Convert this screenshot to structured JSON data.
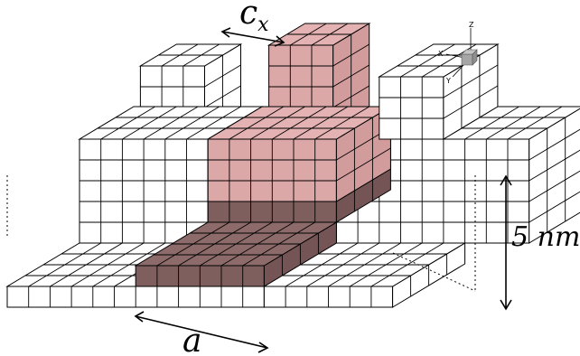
{
  "labels": {
    "cx_main": "c",
    "cx_sub": "x",
    "a": "a",
    "height": "5 nm"
  },
  "axes": {
    "x": "X",
    "y": "Y",
    "z": "Z"
  },
  "colors": {
    "block_top": "#ffffff",
    "block_front": "#ffffff",
    "block_side": "#ffffff",
    "pink_top": "#e4b2b2",
    "pink_front": "#dba7a7",
    "pink_side": "#d29c9c",
    "brown_top": "#8e6b6b",
    "brown_front": "#7f5e5e",
    "brown_side": "#745454",
    "edge": "#000000",
    "axis_cube": "#a6a6a6"
  }
}
